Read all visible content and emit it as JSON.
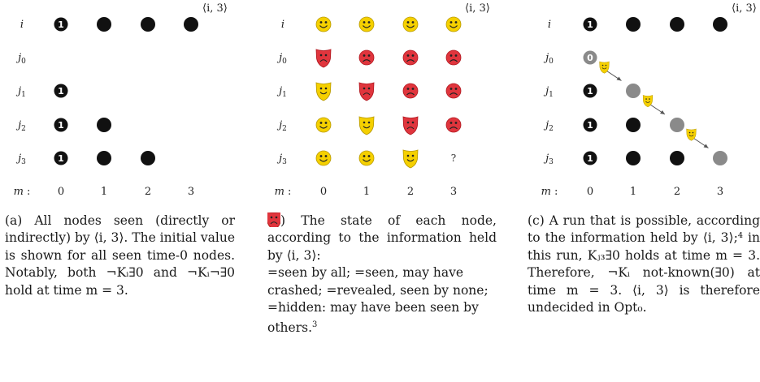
{
  "rows": [
    "i",
    "j0",
    "j1",
    "j2",
    "j3",
    "m :"
  ],
  "row_labels": {
    "i": {
      "base": "i",
      "sub": ""
    },
    "j0": {
      "base": "j",
      "sub": "0"
    },
    "j1": {
      "base": "j",
      "sub": "1"
    },
    "j2": {
      "base": "j",
      "sub": "2"
    },
    "j3": {
      "base": "j",
      "sub": "3"
    },
    "m": {
      "base": "m",
      "sub": ""
    }
  },
  "m_label": "m :",
  "columns": [
    "0",
    "1",
    "2",
    "3"
  ],
  "corner_label": "⟨i, 3⟩",
  "initial_value_one": "1",
  "initial_value_zero": "0",
  "unknown_mark": "?",
  "panel_a": {
    "grid": {
      "i": [
        "one",
        "dot",
        "dot",
        "dot"
      ],
      "j0": [
        "",
        "",
        "",
        ""
      ],
      "j1": [
        "one",
        "",
        "",
        ""
      ],
      "j2": [
        "one",
        "dot",
        "",
        ""
      ],
      "j3": [
        "one",
        "dot",
        "dot",
        ""
      ]
    },
    "caption": "(a) All nodes seen (directly or indirectly) by ⟨i, 3⟩. The initial value is shown for all seen time-0 nodes. Notably, both ¬Kᵢ∃0 and ¬Kᵢ¬∃0 hold at time m = 3."
  },
  "panel_b": {
    "grid": {
      "i": [
        "smile",
        "smile",
        "smile",
        "smile"
      ],
      "j0": [
        "hidden",
        "revealed",
        "revealed",
        "revealed"
      ],
      "j1": [
        "crashed",
        "hidden",
        "revealed",
        "revealed"
      ],
      "j2": [
        "smile",
        "crashed",
        "hidden",
        "revealed"
      ],
      "j3": [
        "smile",
        "smile",
        "crashed",
        "unknown"
      ]
    },
    "caption_intro": "(b) The state of each node, according to the information held by ⟨i, 3⟩:",
    "legend_smile": "=seen by all;",
    "legend_crashed": "=seen, may have crashed;",
    "legend_revealed": "=revealed, seen by none;",
    "legend_hidden": "=hidden: may have been seen by others.",
    "footnote": "3"
  },
  "panel_c": {
    "grid": {
      "i": [
        "one",
        "dot",
        "dot",
        "dot"
      ],
      "j0": [
        "zero",
        "",
        "",
        ""
      ],
      "j1": [
        "one",
        "gray",
        "",
        ""
      ],
      "j2": [
        "one",
        "dot",
        "gray",
        ""
      ],
      "j3": [
        "one",
        "dot",
        "dot",
        "gray"
      ]
    },
    "caption": "(c) A run that is possible, according to the information held by ⟨i, 3⟩;⁴ in this run, Kⱼ₃∃0 holds at time m = 3. Therefore, ¬Kᵢ not-known(∃0) at time m = 3. ⟨i, 3⟩ is therefore undecided in Opt₀."
  },
  "colors": {
    "black": "#111111",
    "gray": "#8a8a8a",
    "smile_yellow": "#f5d000",
    "red": "#e0353d",
    "red_dark": "#b01820"
  }
}
